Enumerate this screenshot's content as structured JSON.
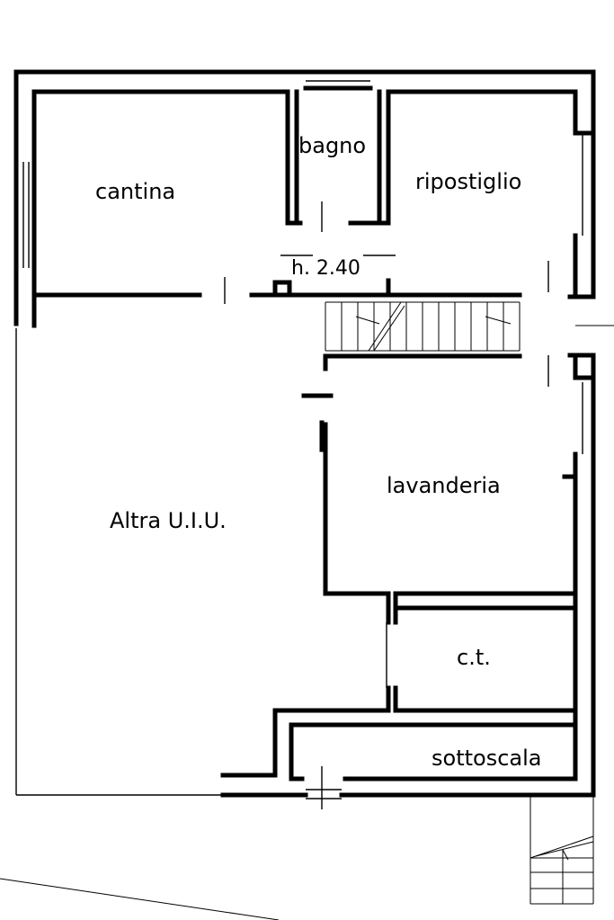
{
  "rooms": {
    "cantina": "cantina",
    "bagno": "bagno",
    "ripostiglio": "ripostiglio",
    "lavanderia": "lavanderia",
    "altra": "Altra U.I.U.",
    "ct": "c.t.",
    "sottoscala": "sottoscala"
  },
  "height_note": "h. 2.40"
}
